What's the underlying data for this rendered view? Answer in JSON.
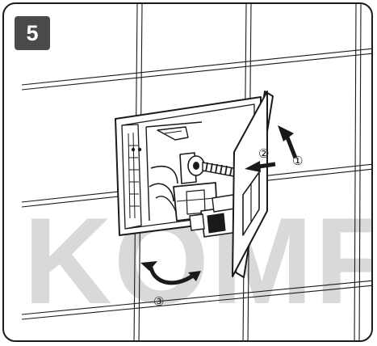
{
  "step": {
    "number": "5"
  },
  "watermark": {
    "text": "KOMFO"
  },
  "callouts": {
    "one": "①",
    "two": "②",
    "three": "③"
  },
  "colors": {
    "badge": "#4a4a4a",
    "line": "#1a1a1a",
    "watermark": "#d9d9d9",
    "panel_fill": "#ffffff"
  },
  "icons": {
    "arrow_1": "straight-arrow-up-left",
    "arrow_2": "straight-arrow-left",
    "arrow_3": "curved-rotation-arrow"
  }
}
